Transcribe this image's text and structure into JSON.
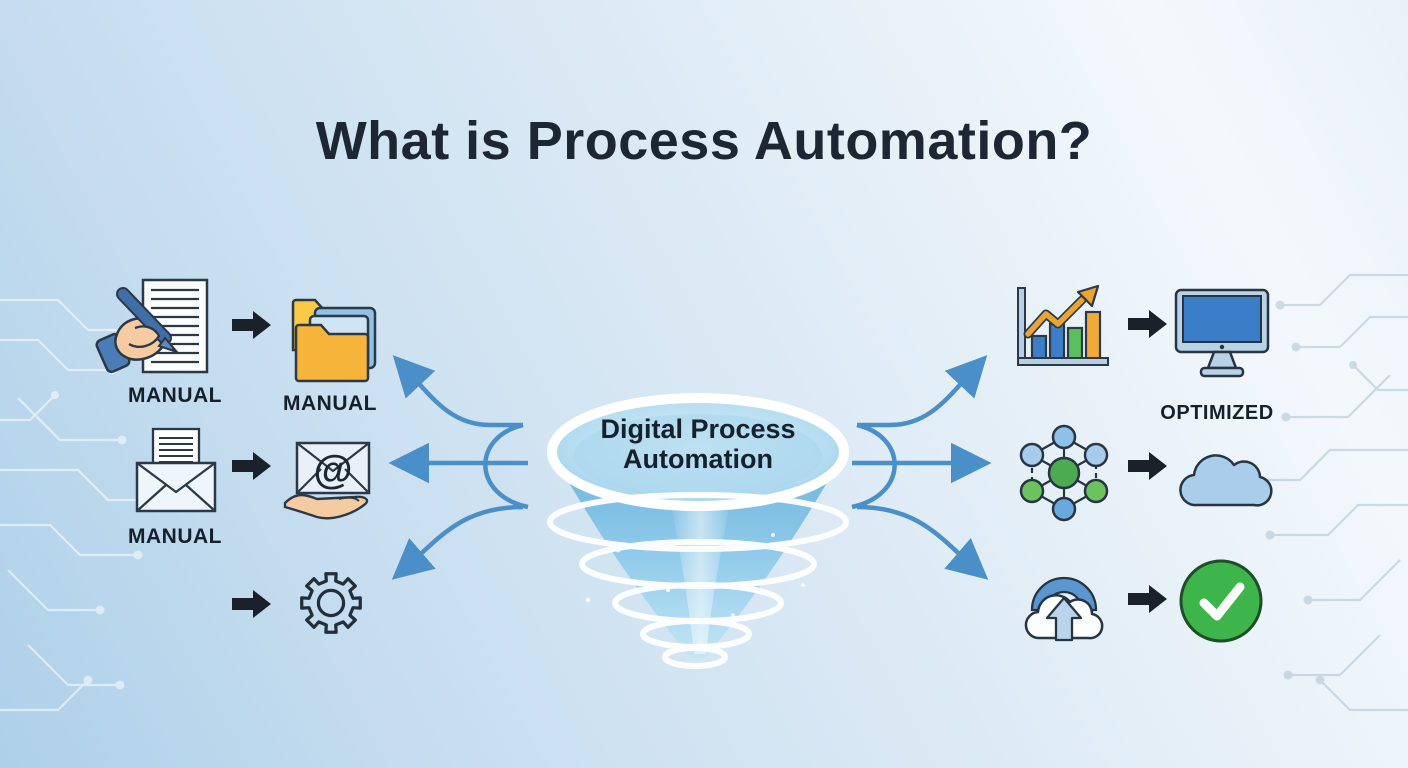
{
  "title": "What is Process Automation?",
  "center": {
    "icon": "funnel-vortex-icon",
    "label_line1": "Digital Process",
    "label_line2": "Automation"
  },
  "left_section": {
    "rows": [
      {
        "source_icon": "hand-writing-icon",
        "source_label": "MANUAL",
        "arrow_icon": "black-right-arrow-icon",
        "target_icon": "folders-icon",
        "target_label": "MANUAL"
      },
      {
        "source_icon": "open-envelope-icon",
        "source_label": "MANUAL",
        "arrow_icon": "black-right-arrow-icon",
        "target_icon": "hand-email-icon"
      },
      {
        "arrow_icon": "black-right-arrow-icon",
        "target_icon": "gear-icon"
      }
    ]
  },
  "right_section": {
    "rows": [
      {
        "source_icon": "growth-chart-icon",
        "arrow_icon": "black-right-arrow-icon",
        "target_icon": "monitor-icon",
        "target_label": "OPTIMIZED"
      },
      {
        "source_icon": "network-nodes-icon",
        "arrow_icon": "black-right-arrow-icon",
        "target_icon": "cloud-icon"
      },
      {
        "source_icon": "cloud-upload-icon",
        "arrow_icon": "black-right-arrow-icon",
        "target_icon": "check-circle-icon"
      }
    ]
  },
  "icons": {
    "at_symbol": "@"
  },
  "flow_arrows": {
    "color": "#4a8fc7",
    "count_left": 3,
    "count_right": 3
  },
  "colors": {
    "title_text": "#1c2733",
    "label_text": "#15202b",
    "black_arrow": "#1a212b",
    "blue_flow_arrow": "#4a8fc7",
    "funnel_blue": "#7fc0e4",
    "folder_yellow": "#f6b53a",
    "bar_blue": "#3d7ec9",
    "bar_green": "#5bbf5e",
    "bar_orange": "#f2a93b",
    "node_green": "#4cab50",
    "node_blue": "#8fc0e8",
    "cloud_blue": "#a9cdeb",
    "check_green": "#3db54b",
    "skin_tone": "#f6cba2",
    "background_blue": "#c9dff0"
  }
}
